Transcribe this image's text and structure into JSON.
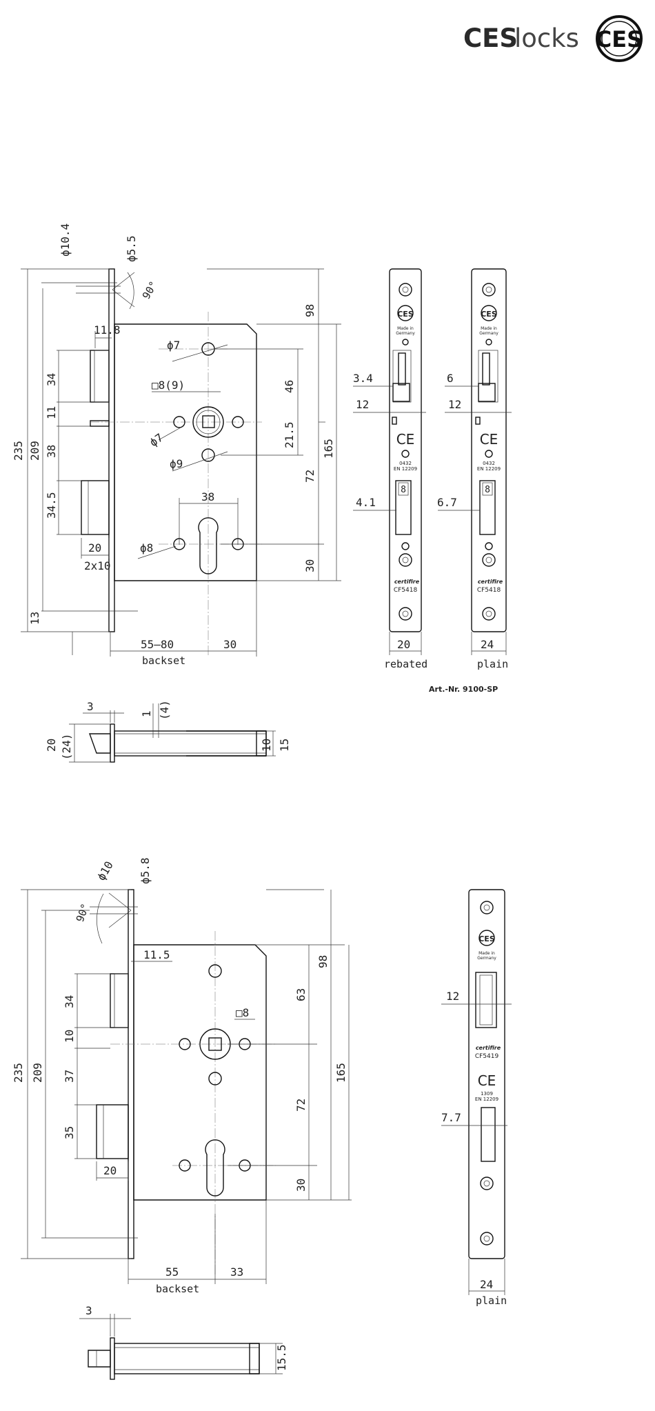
{
  "brand": {
    "name_bold": "CES",
    "name_light": "locks",
    "mark": "CES"
  },
  "drawing1": {
    "front": {
      "d_top_hole": "ϕ10.4",
      "d_countersink": "ϕ5.5",
      "angle": "90°",
      "h_total": "235",
      "h_209": "209",
      "latch_offset": "11.8",
      "latch_h": "34",
      "gap_11": "11",
      "dist_38": "38",
      "bolt_h": "34.5",
      "bolt_w": "20",
      "bolt_throw": "2x10",
      "bottom_13": "13",
      "hole_top": "ϕ7",
      "follower": "□8(9)",
      "fix_left": "ϕ7",
      "hole_low": "ϕ9",
      "cyl_span": "38",
      "cyl_hole": "ϕ8",
      "dim_98": "98",
      "dim_46": "46",
      "dim_21_5": "21.5",
      "dim_72": "72",
      "dim_165": "165",
      "dim_30": "30",
      "backset": "55–80",
      "dim_30b": "30",
      "backset_label": "backset"
    },
    "strike_rebated": {
      "seal": "CES",
      "made_in": "Made in",
      "germany": "Germany",
      "ce": "CE",
      "cert": "0432",
      "norm": "EN 12209",
      "square": "8",
      "brand": "certifire",
      "code": "CF5418",
      "dim_a": "3.4",
      "dim_b": "12",
      "dim_c": "4.1",
      "width": "20",
      "label": "rebated"
    },
    "strike_plain": {
      "seal": "CES",
      "made_in": "Made in",
      "germany": "Germany",
      "ce": "CE",
      "cert": "0432",
      "norm": "EN 12209",
      "square": "8",
      "brand": "certifire",
      "code": "CF5418",
      "dim_a": "6",
      "dim_b": "12",
      "dim_c": "6.7",
      "width": "24",
      "label": "plain"
    },
    "art_nr": "Art.-Nr. 9100-SP",
    "side": {
      "dim_3": "3",
      "dim_1": "1",
      "dim_4": "(4)",
      "dim_20": "20",
      "dim_24": "(24)",
      "dim_10": "10",
      "dim_15": "15"
    }
  },
  "drawing2": {
    "front": {
      "d_top_hole": "ϕ10",
      "d_countersink": "ϕ5.8",
      "angle": "90°",
      "latch_offset": "11.5",
      "follower": "□8",
      "h_total": "235",
      "h_209": "209",
      "latch_h": "34",
      "gap_10": "10",
      "dist_37": "37",
      "bolt_h": "35",
      "bolt_w": "20",
      "dim_98": "98",
      "dim_63": "63",
      "dim_72": "72",
      "dim_165": "165",
      "dim_30": "30",
      "backset": "55",
      "dim_33": "33",
      "backset_label": "backset"
    },
    "strike": {
      "seal": "CES",
      "made_in": "Made in",
      "germany": "Germany",
      "dim_12": "12",
      "brand": "certifire",
      "code": "CF5419",
      "ce": "CE",
      "cert": "1309",
      "norm": "EN 12209",
      "dim_7_7": "7.7",
      "width": "24",
      "label": "plain"
    },
    "side": {
      "dim_3": "3",
      "dim_15_5": "15.5"
    }
  }
}
